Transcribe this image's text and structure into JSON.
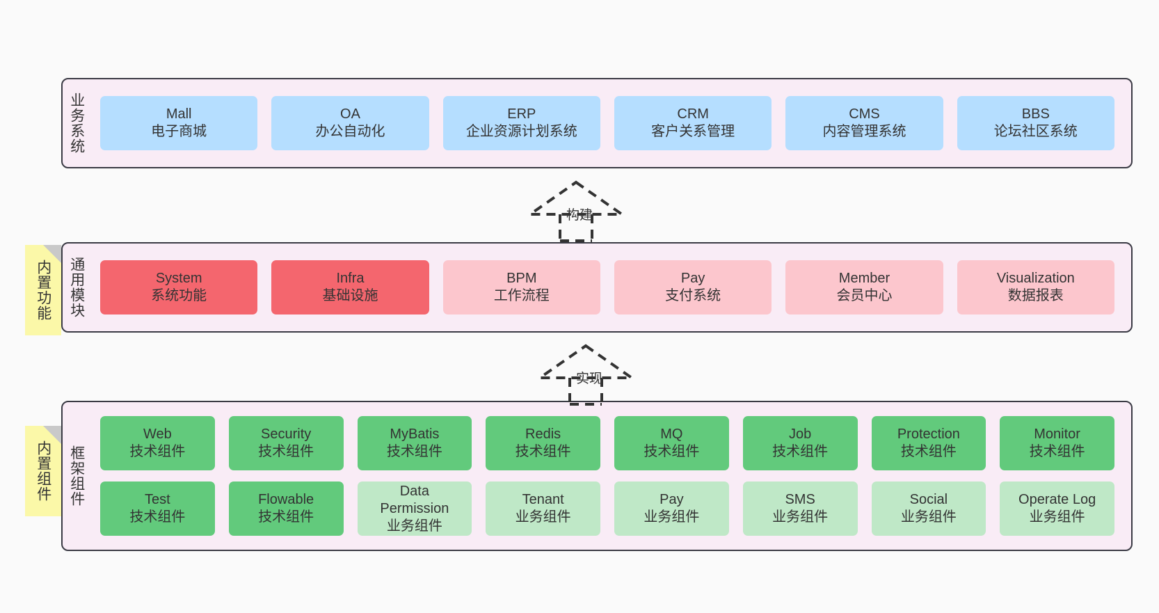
{
  "canvas": {
    "background": "#fafafa",
    "panel_fill": "#f9ecf6",
    "panel_border": "#3a3a44",
    "sticky_fill": "#fbf8a8",
    "sticky_fold": "#c9c9c9"
  },
  "layers": [
    {
      "id": "business",
      "label": "业务系统",
      "sticky": null,
      "rows": [
        {
          "cards": [
            {
              "name": "Mall",
              "desc": "电子商城",
              "color": "#b5deff"
            },
            {
              "name": "OA",
              "desc": "办公自动化",
              "color": "#b5deff"
            },
            {
              "name": "ERP",
              "desc": "企业资源计划系统",
              "color": "#b5deff"
            },
            {
              "name": "CRM",
              "desc": "客户关系管理",
              "color": "#b5deff"
            },
            {
              "name": "CMS",
              "desc": "内容管理系统",
              "color": "#b5deff"
            },
            {
              "name": "BBS",
              "desc": "论坛社区系统",
              "color": "#b5deff"
            }
          ]
        }
      ]
    },
    {
      "id": "common",
      "label": "通用模块",
      "sticky": "内置功能",
      "rows": [
        {
          "cards": [
            {
              "name": "System",
              "desc": "系统功能",
              "color": "#f4666e"
            },
            {
              "name": "Infra",
              "desc": "基础设施",
              "color": "#f4666e"
            },
            {
              "name": "BPM",
              "desc": "工作流程",
              "color": "#fcc6cd"
            },
            {
              "name": "Pay",
              "desc": "支付系统",
              "color": "#fcc6cd"
            },
            {
              "name": "Member",
              "desc": "会员中心",
              "color": "#fcc6cd"
            },
            {
              "name": "Visualization",
              "desc": "数据报表",
              "color": "#fcc6cd"
            }
          ]
        }
      ]
    },
    {
      "id": "framework",
      "label": "框架组件",
      "sticky": "内置组件",
      "rows": [
        {
          "cards": [
            {
              "name": "Web",
              "desc": "技术组件",
              "color": "#62ca7c"
            },
            {
              "name": "Security",
              "desc": "技术组件",
              "color": "#62ca7c"
            },
            {
              "name": "MyBatis",
              "desc": "技术组件",
              "color": "#62ca7c"
            },
            {
              "name": "Redis",
              "desc": "技术组件",
              "color": "#62ca7c"
            },
            {
              "name": "MQ",
              "desc": "技术组件",
              "color": "#62ca7c"
            },
            {
              "name": "Job",
              "desc": "技术组件",
              "color": "#62ca7c"
            },
            {
              "name": "Protection",
              "desc": "技术组件",
              "color": "#62ca7c"
            },
            {
              "name": "Monitor",
              "desc": "技术组件",
              "color": "#62ca7c"
            }
          ]
        },
        {
          "cards": [
            {
              "name": "Test",
              "desc": "技术组件",
              "color": "#62ca7c"
            },
            {
              "name": "Flowable",
              "desc": "技术组件",
              "color": "#62ca7c"
            },
            {
              "name": "Data\nPermission",
              "desc": "业务组件",
              "color": "#bfe8c7"
            },
            {
              "name": "Tenant",
              "desc": "业务组件",
              "color": "#bfe8c7"
            },
            {
              "name": "Pay",
              "desc": "业务组件",
              "color": "#bfe8c7"
            },
            {
              "name": "SMS",
              "desc": "业务组件",
              "color": "#bfe8c7"
            },
            {
              "name": "Social",
              "desc": "业务组件",
              "color": "#bfe8c7"
            },
            {
              "name": "Operate Log",
              "desc": "业务组件",
              "color": "#bfe8c7"
            }
          ]
        }
      ]
    }
  ],
  "connectors": [
    {
      "id": "build",
      "label": "构建"
    },
    {
      "id": "implement",
      "label": "实现"
    }
  ]
}
